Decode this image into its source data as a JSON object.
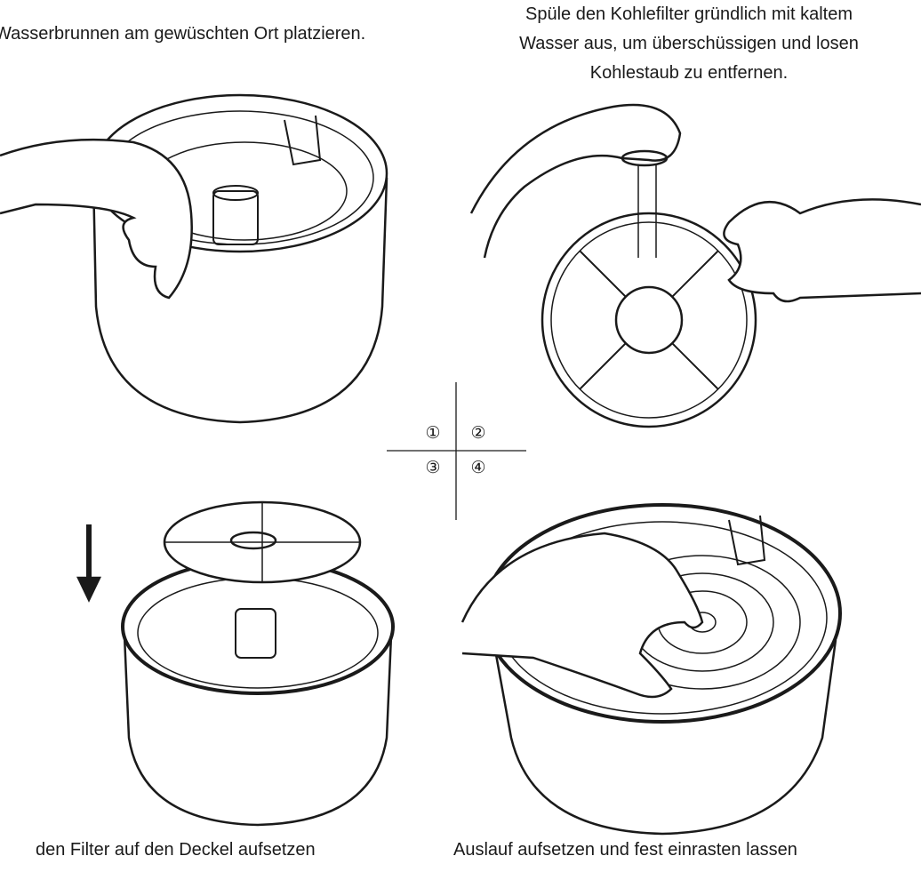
{
  "captions": {
    "step1": "Wasserbrunnen am gewüschten Ort platzieren.",
    "step2_lines": [
      "Spüle den Kohlefilter gründlich mit kaltem",
      "Wasser aus, um überschüssigen und losen",
      "Kohlestaub zu entfernen."
    ],
    "step3": "den Filter auf den Deckel aufsetzen",
    "step4": "Auslauf aufsetzen und fest einrasten lassen"
  },
  "step_markers": [
    "①",
    "②",
    "③",
    "④"
  ],
  "colors": {
    "line": "#1a1a1a",
    "background": "#ffffff"
  }
}
